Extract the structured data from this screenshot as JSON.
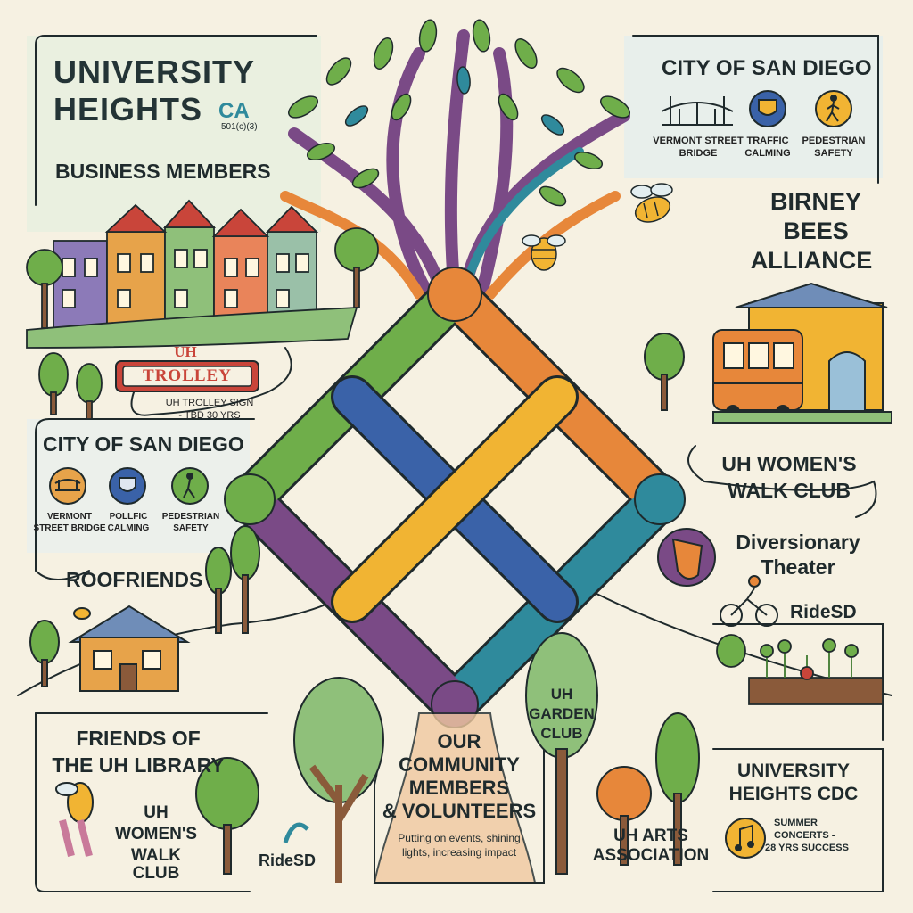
{
  "colors": {
    "background": "#f6f1e2",
    "ink": "#1f2a2c",
    "green": "#6fae4a",
    "teal": "#2f8a9c",
    "blue": "#3a62a8",
    "orange": "#e7873a",
    "purple": "#7a4a86",
    "yellow": "#f1b433",
    "red": "#c9453a"
  },
  "header": {
    "title_line1": "UNIVERSITY",
    "title_line2": "HEIGHTS",
    "state": "CA",
    "status": "501(c)(3)",
    "business_members": "BUSINESS MEMBERS"
  },
  "trolley_sign": {
    "top": "UH",
    "name": "TROLLEY",
    "caption_line1": "UH TROLLEY SIGN",
    "caption_line2": "- TBD 30 YRS"
  },
  "city_top": {
    "title": "CITY OF SAN DIEGO",
    "items": [
      {
        "icon": "bridge-icon",
        "line1": "VERMONT STREET",
        "line2": "BRIDGE"
      },
      {
        "icon": "police-badge-icon",
        "line1": "TRAFFIC",
        "line2": "CALMING"
      },
      {
        "icon": "pedestrian-icon",
        "line1": "PEDESTRIAN",
        "line2": "SAFETY"
      }
    ]
  },
  "city_left": {
    "title": "CITY OF SAN DIEGO",
    "items": [
      {
        "icon": "bridge-icon",
        "line1": "VERMONT",
        "line2": "STREET BRIDGE"
      },
      {
        "icon": "police-badge-icon",
        "line1": "POLLFIC",
        "line2": "CALMING"
      },
      {
        "icon": "pedestrian-icon",
        "line1": "PEDESTRIAN",
        "line2": "SAFETY"
      }
    ]
  },
  "birney": {
    "line1": "BIRNEY",
    "line2": "BEES",
    "line3": "ALLIANCE"
  },
  "womens_walk_right": {
    "line1": "UH WOMEN'S",
    "line2": "WALK CLUB"
  },
  "diversionary": {
    "line1": "Diversionary",
    "line2": "Theater"
  },
  "ridesd_right": "RideSD",
  "roofriends": "ROOFRIENDS",
  "friends_library": {
    "line1": "FRIENDS OF",
    "line2": "THE UH LIBRARY"
  },
  "womens_walk_left": {
    "line1": "UH",
    "line2": "WOMEN'S",
    "line3": "WALK CLUB"
  },
  "ridesd_left": "RideSD",
  "community": {
    "line1": "OUR",
    "line2": "COMMUNITY",
    "line3": "MEMBERS",
    "line4": "& VOLUNTEERS",
    "tag_line1": "Putting on events, shining",
    "tag_line2": "lights, increasing impact"
  },
  "garden_club": {
    "line1": "UH",
    "line2": "GARDEN",
    "line3": "CLUB"
  },
  "arts": {
    "line1": "UH ARTS",
    "line2": "ASSOCIATION"
  },
  "cdc": {
    "line1": "UNIVERSITY",
    "line2": "HEIGHTS CDC",
    "concert_line1": "SUMMER",
    "concert_line2": "CONCERTS -",
    "concert_line3": "28 YRS SUCCESS"
  }
}
